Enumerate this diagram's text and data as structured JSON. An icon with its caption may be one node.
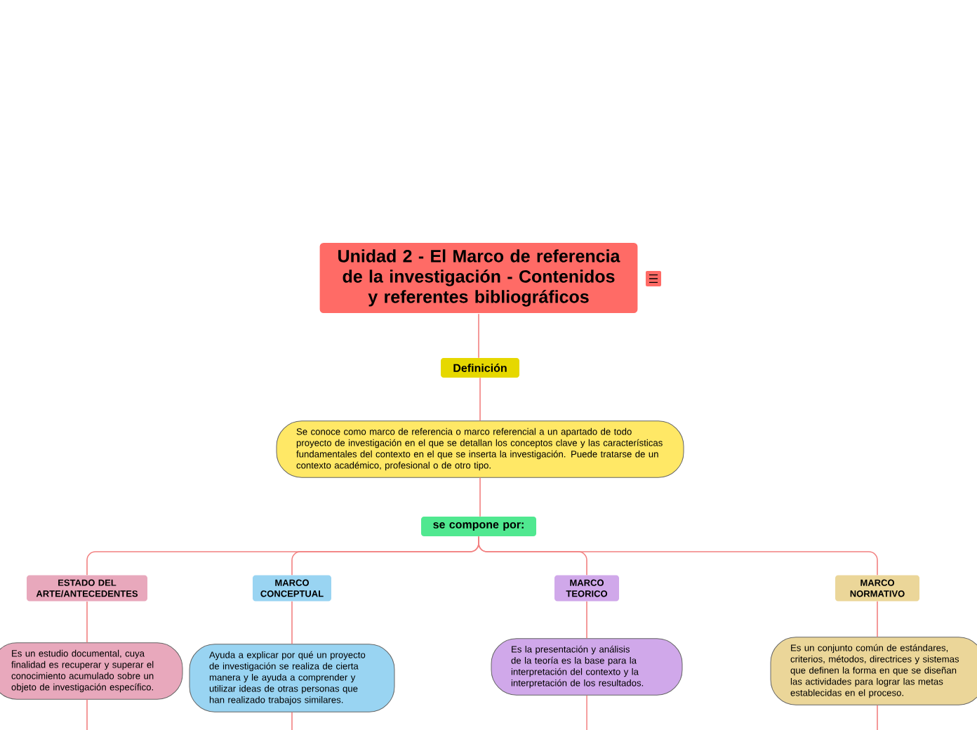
{
  "diagram": {
    "nodes": [
      {
        "text": [
          "Unidad 2 - El Marco de referencia de la investigación - Contenidos y referentes bibliográficos"
        ]
      },
      {
        "text": [
          "Definición"
        ]
      },
      {
        "text": [
          "Se conoce como marco de referencia o marco referencial a un apartado de todo proyecto de investigación en el que se detallan los conceptos clave y las características fundamentales del contexto en el que se inserta la investigación. Puede tratarse de un contexto académico, profesional o de otro tipo."
        ]
      },
      {
        "text": [
          "se compone por:"
        ]
      },
      {
        "text": [
          "ESTADO DEL ARTE/ANTECEDENTES"
        ]
      },
      {
        "text": [
          "MARCO CONCEPTUAL"
        ]
      },
      {
        "text": [
          "MARCO TEORICO"
        ]
      },
      {
        "text": [
          "MARCO NORMATIVO"
        ]
      },
      {
        "text": [
          "Es un estudio documental, cuya finalidad es recuperar y superar el conocimiento acumulado sobre un objeto de investigación específico."
        ]
      },
      {
        "text": [
          "Ayuda a explicar por qué un proyecto de investigación se realiza de cierta manera y le ayuda a comprender y utilizar ideas de otras personas que han realizado trabajos similares."
        ]
      },
      {
        "text": [
          "Es la presentación y análisis de la teoría es la base para la interpretación del contexto y la interpretación de los resultados."
        ]
      },
      {
        "text": [
          "Es un conjunto común de estándares, criterios, métodos, directrices y sistemas que definen la forma en que se diseñan las actividades para lograr las metas establecidas en el proceso."
        ]
      }
    ],
    "edges": [
      {
        "from": 0,
        "to": 1,
        "arrow": "none"
      },
      {
        "from": 1,
        "to": 2,
        "arrow": "none"
      },
      {
        "from": 2,
        "to": 3,
        "arrow": "none"
      },
      {
        "from": 3,
        "to": 4,
        "arrow": "none"
      },
      {
        "from": 3,
        "to": 5,
        "arrow": "none"
      },
      {
        "from": 3,
        "to": 6,
        "arrow": "none"
      },
      {
        "from": 3,
        "to": 7,
        "arrow": "none"
      },
      {
        "from": 4,
        "to": 8,
        "arrow": "none"
      },
      {
        "from": 5,
        "to": 9,
        "arrow": "none"
      },
      {
        "from": 6,
        "to": 10,
        "arrow": "none"
      },
      {
        "from": 7,
        "to": 11,
        "arrow": "none"
      },
      {
        "from": 8,
        "to": null,
        "arrow": "none"
      },
      {
        "from": 9,
        "to": null,
        "arrow": "none"
      },
      {
        "from": 10,
        "to": null,
        "arrow": "none"
      },
      {
        "from": 11,
        "to": null,
        "arrow": "none"
      }
    ]
  }
}
